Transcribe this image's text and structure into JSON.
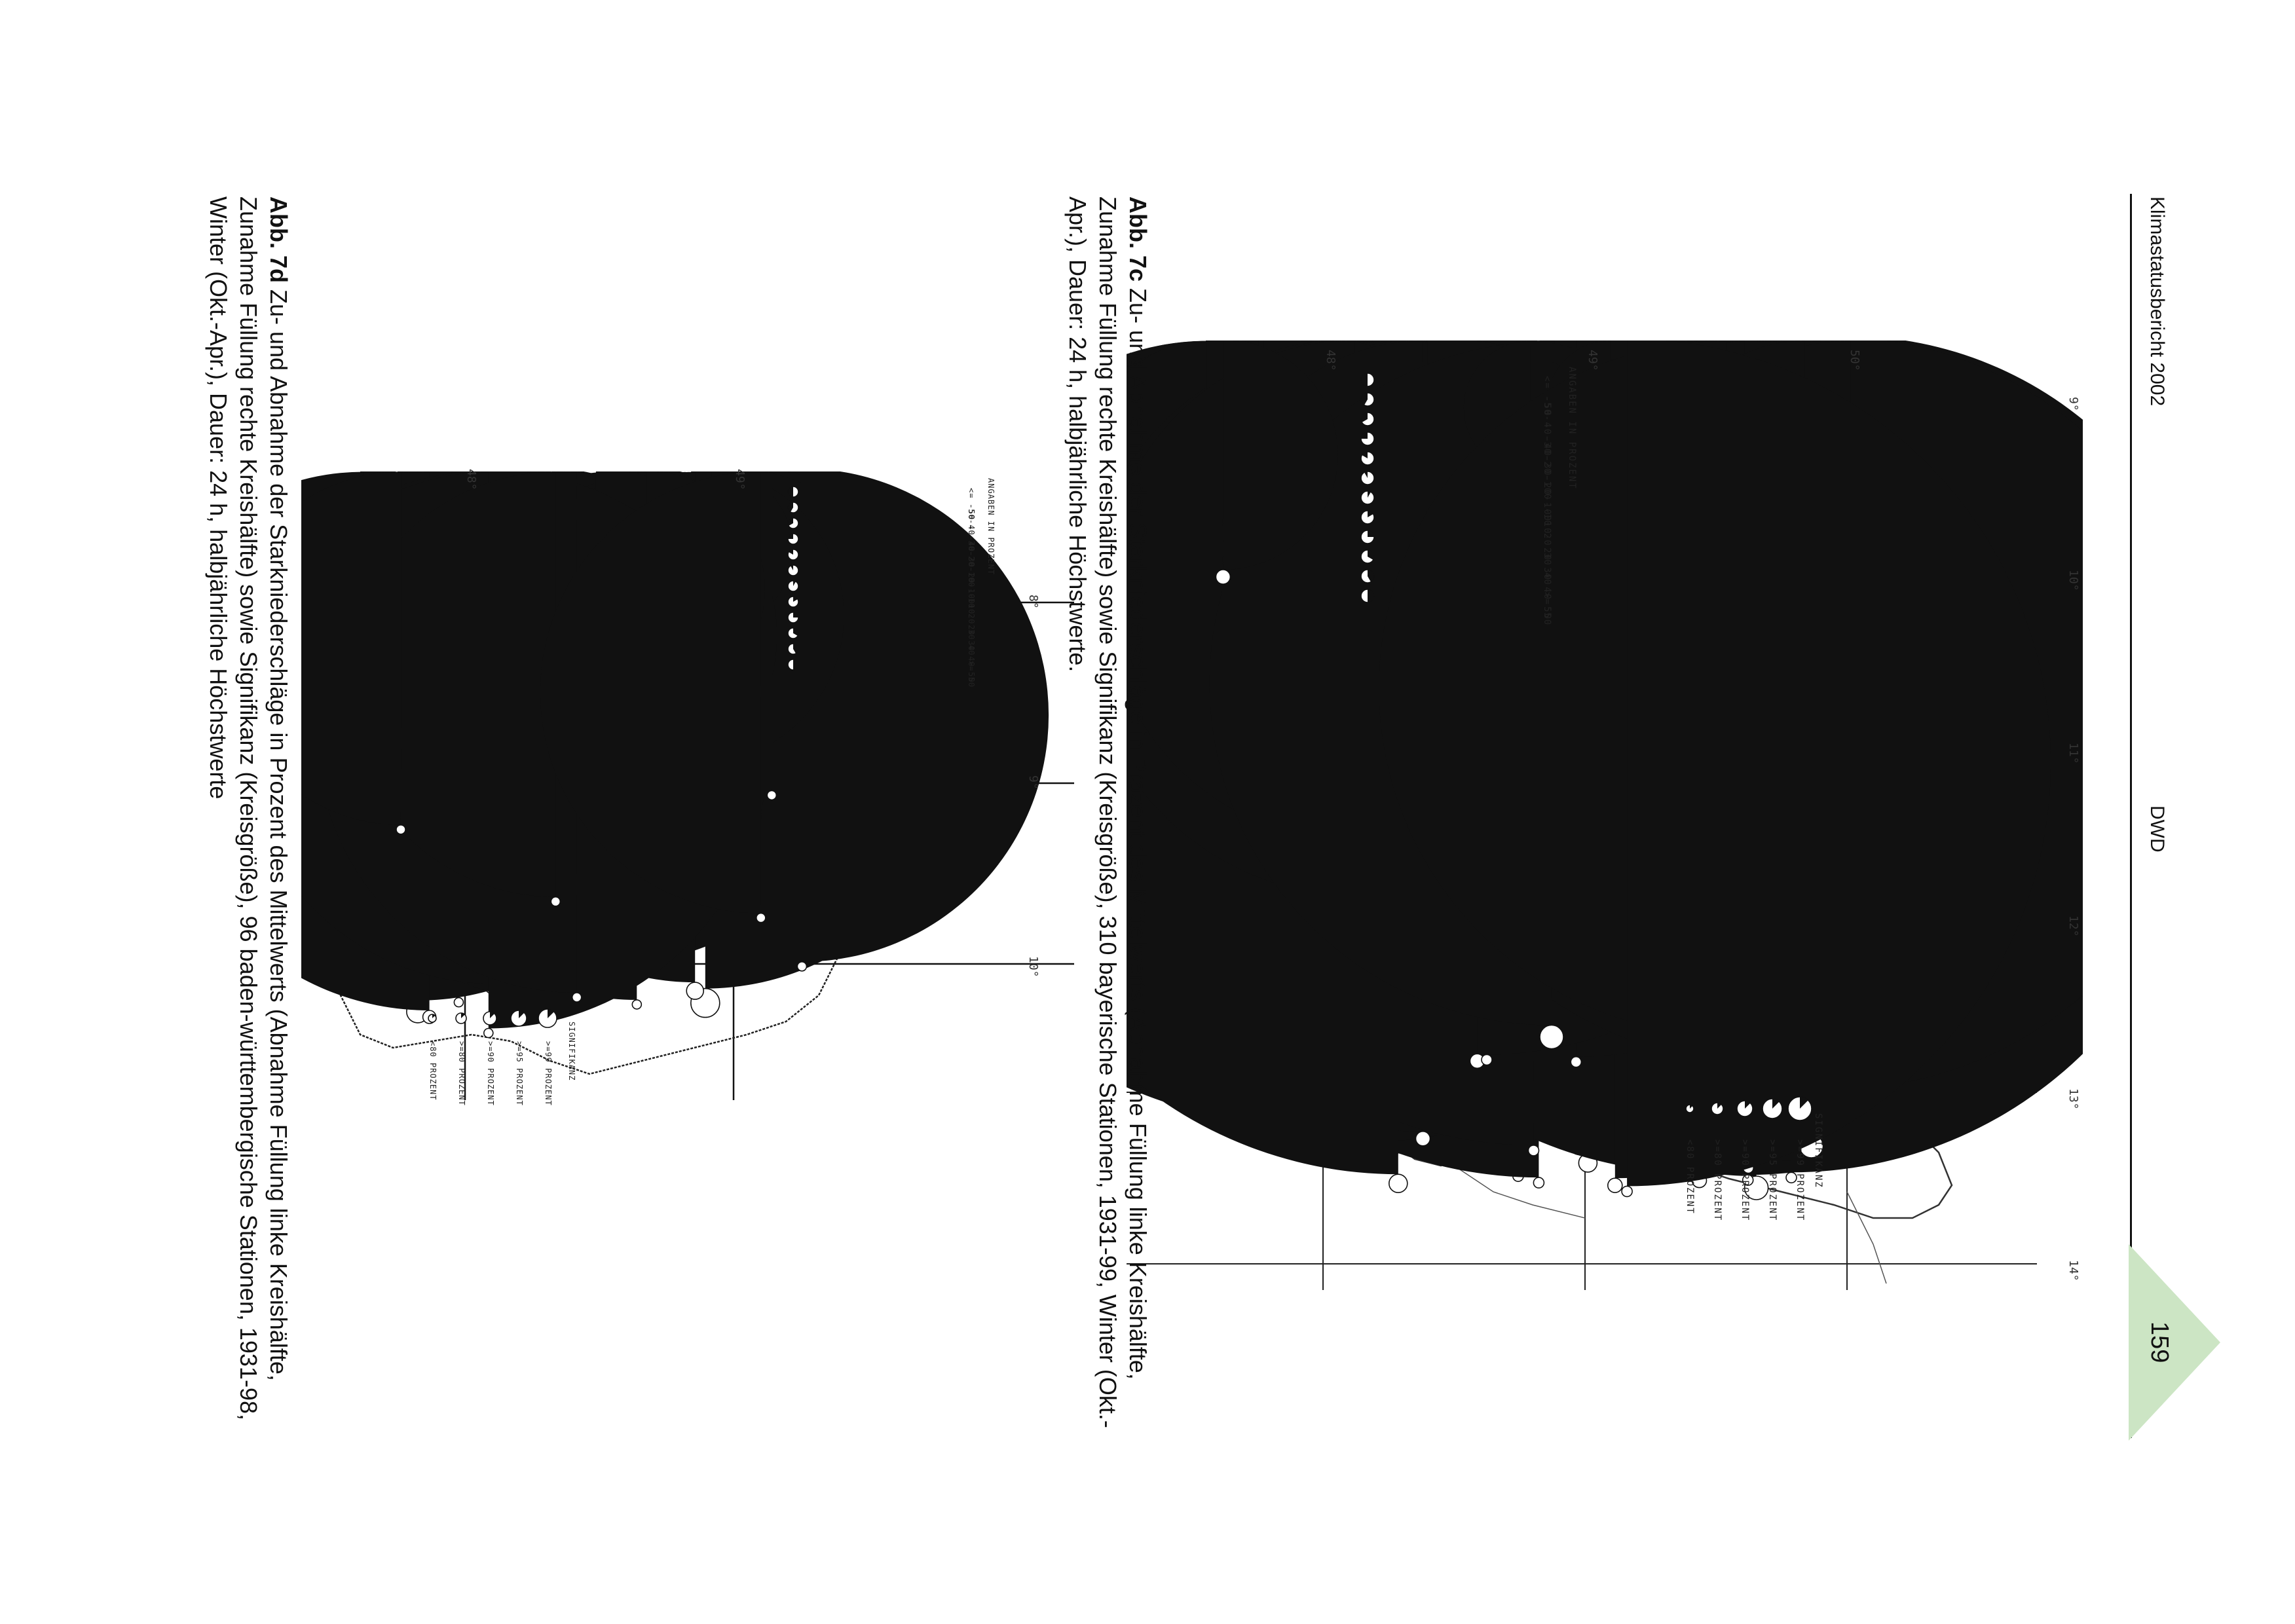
{
  "header": {
    "title": "Klimastatusbericht 2002",
    "org": "DWD",
    "page_number": "159",
    "page_tab_color": "#cce5c4"
  },
  "fig7c": {
    "caption_label": "Abb. 7c",
    "caption_text": "Zu- und Abnahme der Starkniederschläge in Prozent des Mittelwerts (Abnahme Füllung linke Kreishälfte, Zunahme Füllung rechte Kreishälfte) sowie Signifikanz (Kreisgröße), 310 bayerische Stationen, 1931-99, Winter (Okt.-Apr.), Dauer: 24 h, halbjährliche Höchstwerte.",
    "lon_labels": [
      "9°",
      "10°",
      "11°",
      "12°",
      "13°",
      "14°"
    ],
    "lat_labels": [
      "50°",
      "49°",
      "48°"
    ],
    "legend_values_title": "ANGABEN IN PROZENT",
    "legend_values": [
      "<= -50",
      "-50 - -40",
      "-40 - -30",
      "-30 - -20",
      "-20 - -10",
      "-10 - 0",
      "0 - 10",
      "10 - 20",
      "20 - 30",
      "30 - 40",
      "40 - 50",
      ">= 50"
    ],
    "legend_sig_title": "SIGNIFIKANZ",
    "legend_sig": [
      "<80 PROZENT",
      ">=80 PROZENT",
      ">=90 PROZENT",
      ">=95 PROZENT",
      ">=99 PROZENT"
    ]
  },
  "fig7d": {
    "caption_label": "Abb. 7d",
    "caption_text": "Zu- und Abnahme der Starkniederschläge in Prozent des Mittelwerts (Abnahme Füllung linke Kreishälfte, Zunahme Füllung rechte Kreishälfte) sowie Signifikanz (Kreisgröße), 96 baden-württembergische Stationen, 1931-98, Winter (Okt.-Apr.), Dauer: 24 h, halbjährliche Höchstwerte",
    "lon_labels": [
      "8°",
      "9°",
      "10°"
    ],
    "lat_labels": [
      "49°",
      "48°"
    ],
    "legend_values_title": "ANGABEN IN PROZENT",
    "legend_values": [
      "<= -50",
      "-50 - -40",
      "-40 - -30",
      "-30 - -20",
      "-20 - -10",
      "-10 - 0",
      "0 - 10",
      "10 - 20",
      "20 - 30",
      "30 - 40",
      "40 - 50",
      ">= 50"
    ],
    "legend_sig_title": "SIGNIFIKANZ",
    "legend_sig": [
      "<80 PROZENT",
      ">=80 PROZENT",
      ">=90 PROZENT",
      ">=95 PROZENT",
      ">=99 PROZENT"
    ]
  }
}
